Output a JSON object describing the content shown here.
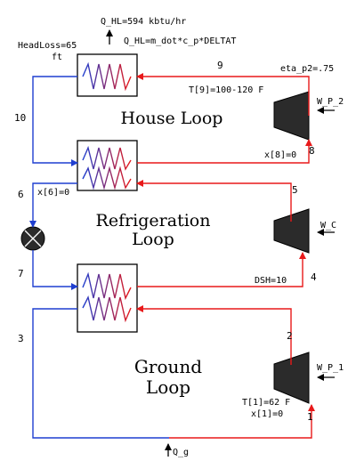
{
  "colors": {
    "red": "#e8191a",
    "blue": "#1f3fd0",
    "black": "#000000"
  },
  "loops": {
    "house": "House Loop",
    "refrigeration_line1": "Refrigeration",
    "refrigeration_line2": "Loop",
    "ground_line1": "Ground",
    "ground_line2": "Loop"
  },
  "annotations": {
    "q_hl": "Q_HL=594 kbtu/hr",
    "q_hl_eq": "Q_HL=m_dot*c_p*DELTAT",
    "headloss_line1": "HeadLoss=65",
    "headloss_line2": "ft",
    "eta": "eta_p2=.75",
    "t9": "T[9]=100-120 F",
    "x8": "x[8]=0",
    "x6": "x[6]=0",
    "dsh": "DSH=10",
    "t1": "T[1]=62 F",
    "x1": "x[1]=0",
    "q_g": "Q_g",
    "w_p2": "W_P_2",
    "w_c": "W_C",
    "w_p1": "W_P_1"
  },
  "states": {
    "s1": "1",
    "s2": "2",
    "s3": "3",
    "s4": "4",
    "s5": "5",
    "s6": "6",
    "s7": "7",
    "s8": "8",
    "s9": "9",
    "s10": "10"
  }
}
